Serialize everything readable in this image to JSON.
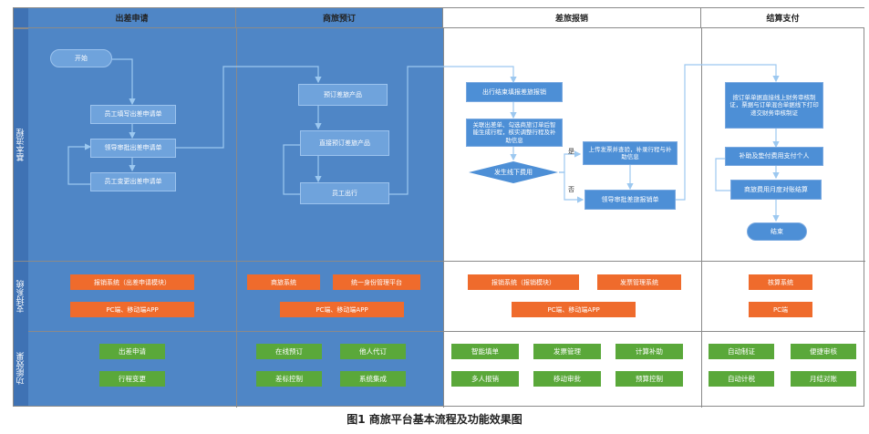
{
  "columns": {
    "c1": "出差申请",
    "c2": "商旅预订",
    "c3": "差旅报销",
    "c4": "结算支付"
  },
  "rows": {
    "r1": "基本流程",
    "r2": "支持系统",
    "r3": "功能效果"
  },
  "flow": {
    "c1": {
      "start": "开始",
      "step1": "员工填写出差申请单",
      "step2": "领导审批出差申请单",
      "step3": "员工变更出差申请单"
    },
    "c2": {
      "step1": "预订差旅产品",
      "step2": "直接预订差旅产品",
      "step3": "员工出行"
    },
    "c3": {
      "step1": "出行结束填报差旅报销",
      "step2": "关联出差单、勾选商旅订单后智能生成行程，核实调整行程及补助信息",
      "decision": "发生线下费用",
      "yes": "是",
      "no": "否",
      "step3": "上传发票并查验，补录行程与补助信息",
      "step4": "领导审批差旅报销单"
    },
    "c4": {
      "step1": "按订单单据直接线上财务审核制证，票据与订单混合单据线下打印递交财务审核制证",
      "step2": "补助及垫付费用支付个人",
      "step3": "商旅费用月度对账结算",
      "end": "结束"
    }
  },
  "support": {
    "c1": [
      "报销系统（出差申请模块）",
      "PC端、移动端APP"
    ],
    "c2": [
      "商旅系统",
      "统一身份管理平台",
      "PC端、移动端APP"
    ],
    "c3": [
      "报销系统（报销模块）",
      "发票管理系统",
      "PC端、移动端APP"
    ],
    "c4": [
      "核算系统",
      "PC端"
    ]
  },
  "effects": {
    "c1": [
      "出差申请",
      "行程变更"
    ],
    "c2": [
      "在线预订",
      "他人代订",
      "差标控制",
      "系统集成"
    ],
    "c3": [
      "智能填单",
      "发票管理",
      "计算补助",
      "多人报销",
      "移动审批",
      "预算控制"
    ],
    "c4": [
      "自动制证",
      "便捷审核",
      "自动计税",
      "月结对账"
    ]
  },
  "caption": "图1  商旅平台基本流程及功能效果图",
  "colors": {
    "lane_blue": "#4f86c6",
    "box_blue": "#6fa3dc",
    "orange": "#ef6b2c",
    "green": "#5aa83a",
    "arrow": "#7fb3ea"
  }
}
